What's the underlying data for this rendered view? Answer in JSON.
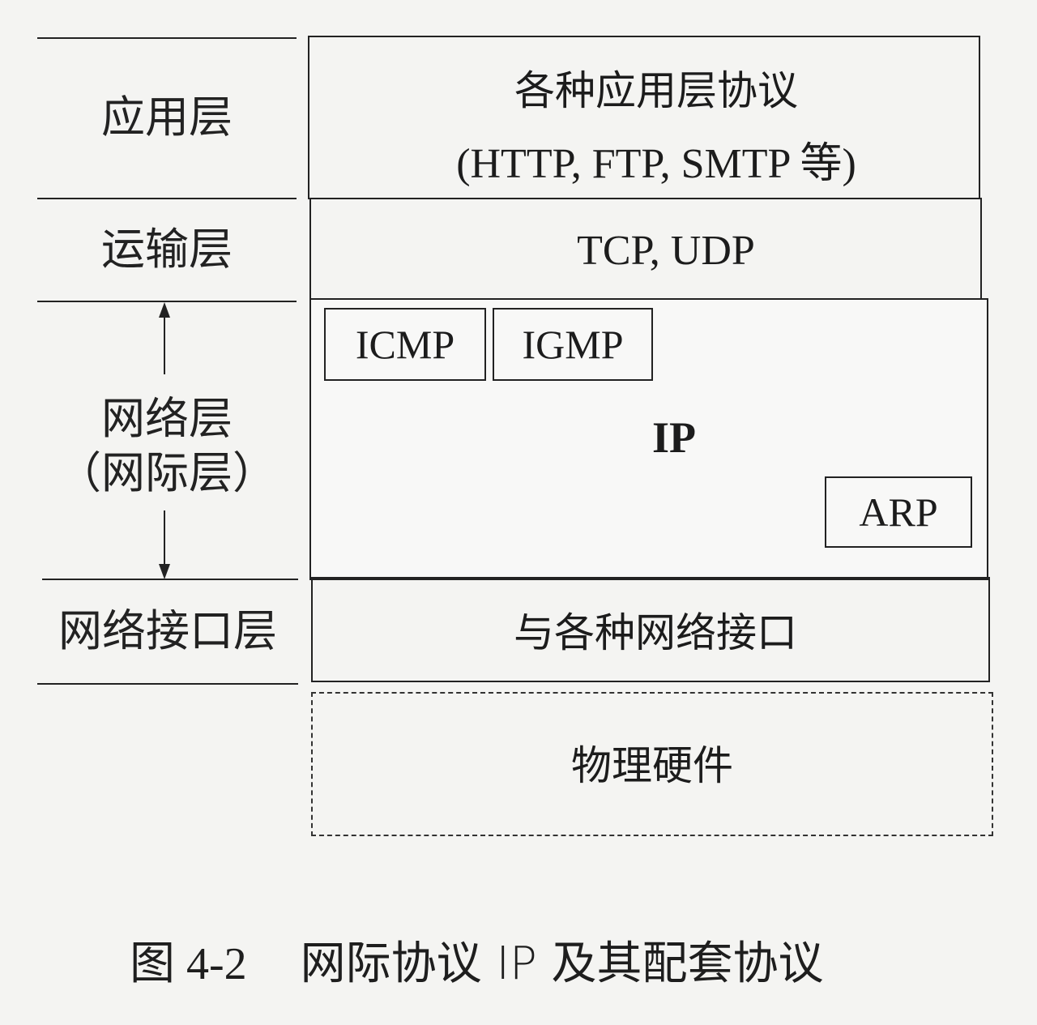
{
  "left_labels": {
    "application": "应用层",
    "transport": "运输层",
    "network_line1": "网络层",
    "network_line2": "（网际层）",
    "link": "网络接口层"
  },
  "stack": {
    "application_line1": "各种应用层协议",
    "application_line2": "(HTTP, FTP, SMTP 等)",
    "transport": "TCP, UDP",
    "icmp": "ICMP",
    "igmp": "IGMP",
    "ip": "IP",
    "arp": "ARP",
    "link": "与各种网络接口",
    "hardware": "物理硬件"
  },
  "caption": {
    "figure_number": "图 4-2",
    "title": "网际协议 IP 及其配套协议"
  }
}
